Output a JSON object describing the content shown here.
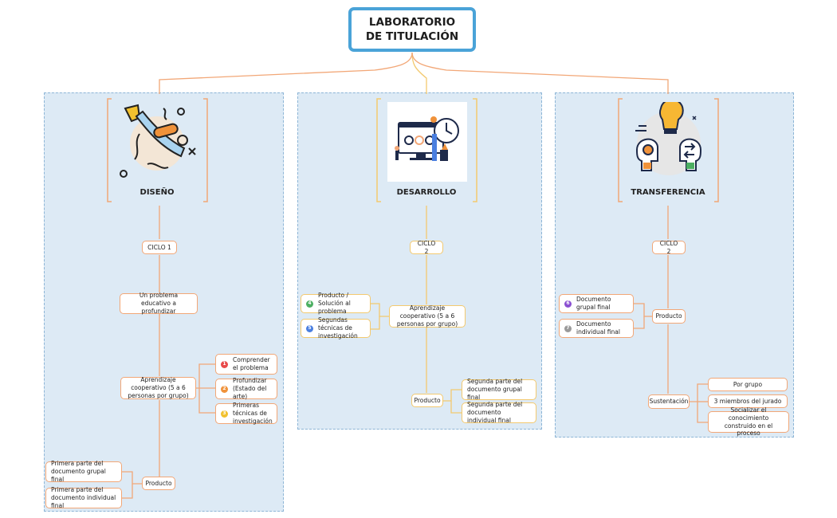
{
  "title": {
    "line1": "LABORATORIO",
    "line2": "DE TITULACIÓN"
  },
  "sections": [
    {
      "label": "DISEÑO",
      "cycle": "CICLO 1",
      "problem": "Un problema educativo a profundizar",
      "coop": "Aprendizaje cooperativo (5 a 6 personas por grupo)",
      "steps": [
        {
          "n": "1",
          "text": "Comprender el problema"
        },
        {
          "n": "2",
          "text": "Profundizar (Estado del arte)"
        },
        {
          "n": "3",
          "text": "Primeras técnicas de investigación"
        }
      ],
      "product": "Producto",
      "outputs": [
        "Primera parte del documento grupal final",
        "Primera parte del documento individual final"
      ]
    },
    {
      "label": "DESARROLLO",
      "cycle": "CICLO 2",
      "coop": "Aprendizaje cooperativo (5 a 6 personas por grupo)",
      "steps": [
        {
          "n": "4",
          "text": "Producto / Solución al problema"
        },
        {
          "n": "5",
          "text": "Segundas técnicas de investigación"
        }
      ],
      "product": "Producto",
      "outputs": [
        "Segunda parte del documento grupal final",
        "Segunda parte del documento individual final"
      ]
    },
    {
      "label": "TRANSFERENCIA",
      "cycle": "CICLO 2",
      "steps": [
        {
          "n": "6",
          "text": "Documento grupal final"
        },
        {
          "n": "7",
          "text": "Documento individual final"
        }
      ],
      "product": "Producto",
      "sustentacion": "Sustentación",
      "sust_items": [
        "Por grupo",
        "3 miembros del jurado",
        "Socializar el conocimiento construido en el proceso"
      ]
    }
  ],
  "colors": {
    "orange": "#f2a777",
    "yellow": "#f3c96f",
    "blue": "#4aa3d8",
    "badge1": "#e84a4a",
    "badge2": "#f0923a",
    "badge3": "#f2c12e",
    "badge4": "#4caf62",
    "badge5": "#4a7fe0",
    "badge6": "#8a4fd1",
    "badge7": "#9a9a9a"
  },
  "icons": [
    "diver-icon",
    "dashboard-team-icon",
    "knowledge-transfer-icon"
  ]
}
